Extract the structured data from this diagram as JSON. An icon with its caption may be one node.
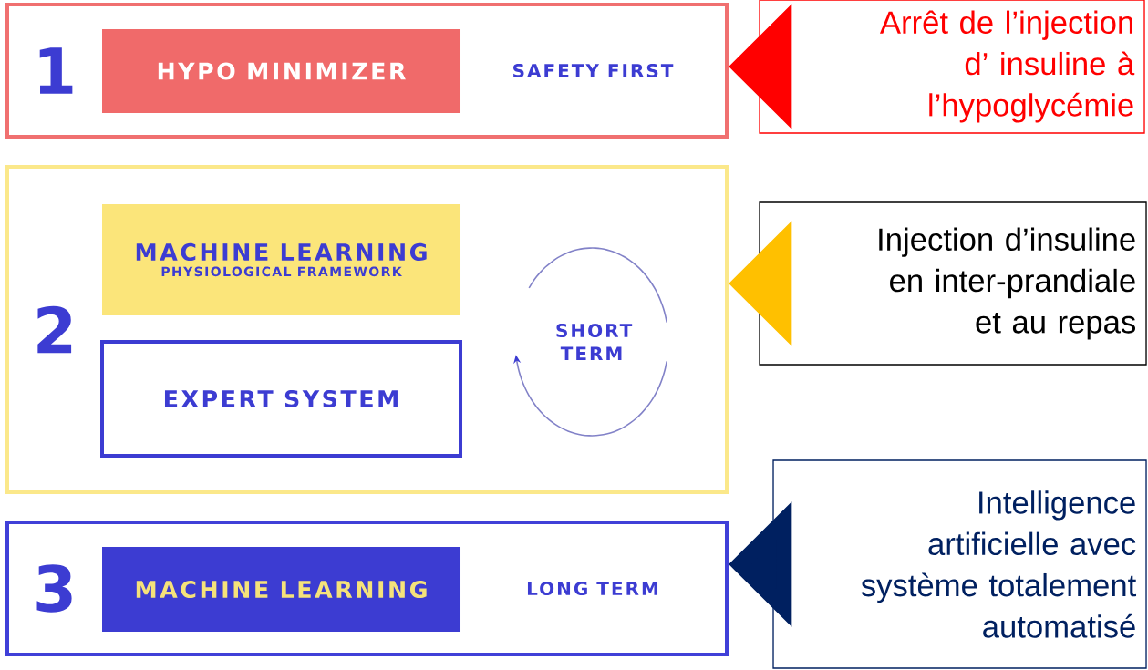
{
  "diagram": {
    "nodes": [
      {
        "text": [
          "1",
          "SAFETY FIRST"
        ]
      },
      {
        "text": [
          "HYPO MINIMIZER"
        ],
        "in": 0
      },
      {
        "text": [
          "2"
        ]
      },
      {
        "text": [
          "MACHINE LEARNING",
          "PHYSIOLOGICAL FRAMEWORK"
        ],
        "in": 2
      },
      {
        "text": [
          "EXPERT SYSTEM"
        ],
        "in": 2
      },
      {
        "text": [
          "SHORT TERM"
        ],
        "in": 2
      },
      {
        "text": [
          "3",
          "LONG TERM"
        ]
      },
      {
        "text": [
          "MACHINE LEARNING"
        ],
        "in": 6
      },
      {
        "text": [
          "Arrêt de l’injection d’ insuline à l’hypoglycémie"
        ]
      },
      {
        "text": [
          "Injection d’insuline en inter-prandiale et au repas"
        ]
      },
      {
        "text": [
          "Intelligence artificielle avec système totalement automatisé"
        ]
      }
    ],
    "edges": [
      {
        "from": 8,
        "to": 0,
        "arrow": "to",
        "style": "thick",
        "color": "#ff0000"
      },
      {
        "from": 9,
        "to": 2,
        "arrow": "to",
        "style": "thick",
        "color": "#ffc000"
      },
      {
        "from": 10,
        "to": 6,
        "arrow": "to",
        "style": "thick",
        "color": "#002060"
      }
    ]
  }
}
